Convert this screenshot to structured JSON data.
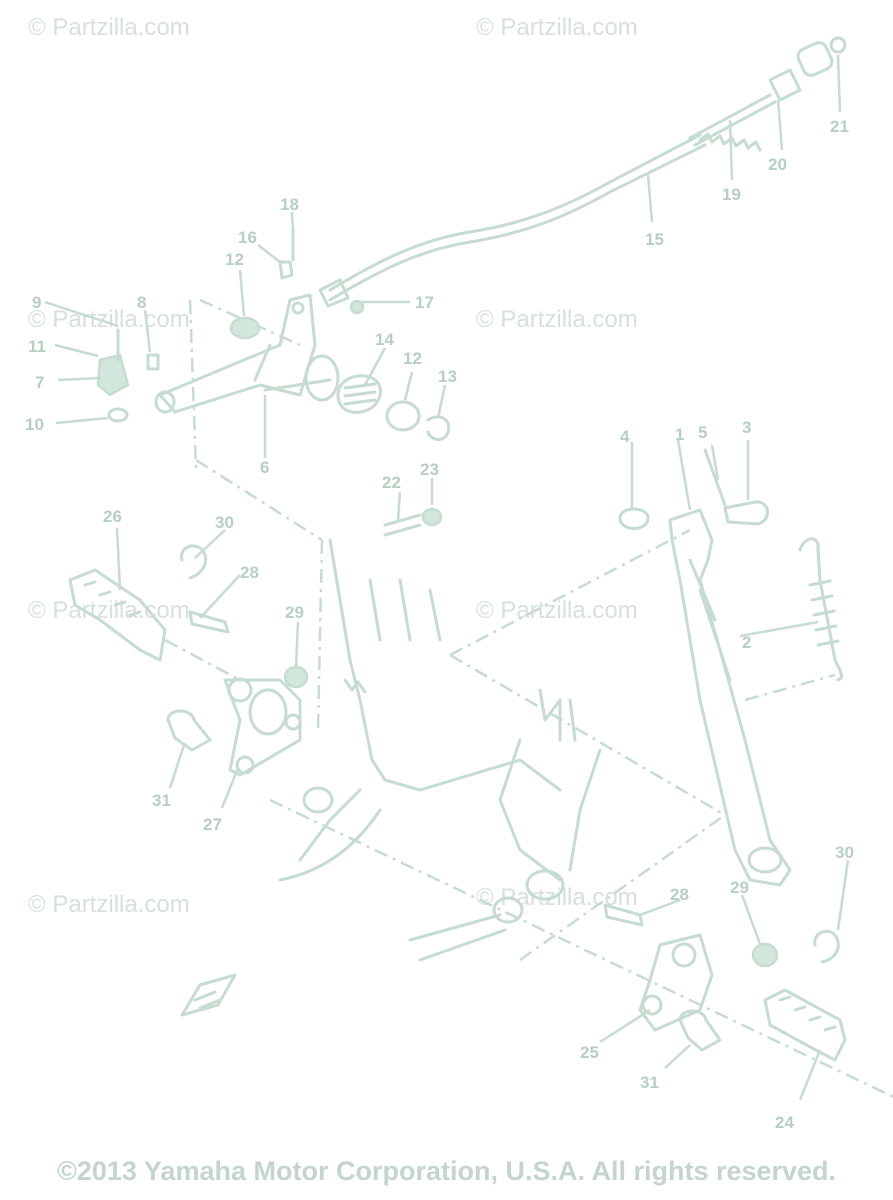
{
  "watermarks": [
    "© Partzilla.com",
    "© Partzilla.com",
    "© Partzilla.com",
    "© Partzilla.com",
    "© Partzilla.com",
    "© Partzilla.com",
    "© Partzilla.com",
    "© Partzilla.com"
  ],
  "callouts": [
    "1",
    "2",
    "3",
    "4",
    "5",
    "6",
    "7",
    "8",
    "9",
    "10",
    "11",
    "12",
    "12",
    "13",
    "14",
    "15",
    "16",
    "17",
    "18",
    "19",
    "20",
    "21",
    "22",
    "23",
    "24",
    "25",
    "26",
    "27",
    "28",
    "28",
    "29",
    "29",
    "30",
    "30",
    "31",
    "31"
  ],
  "copyright": "©2013 Yamaha Motor Corporation, U.S.A. All rights reserved."
}
